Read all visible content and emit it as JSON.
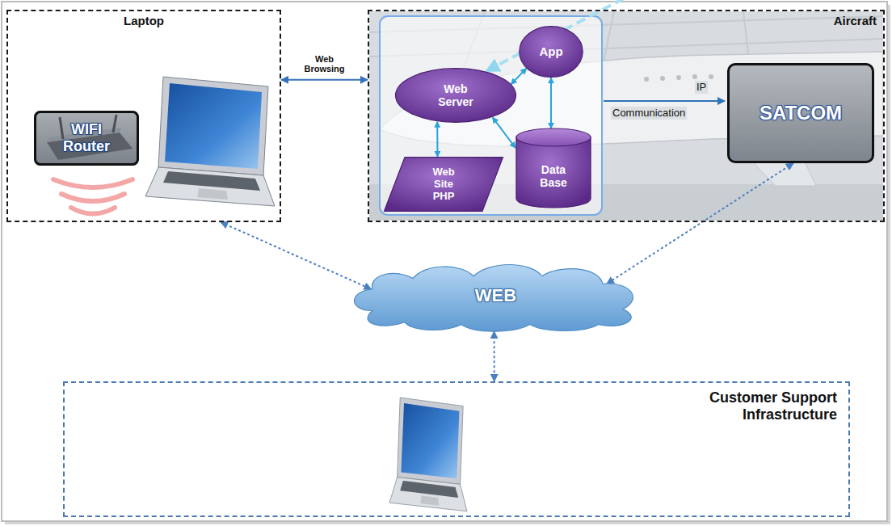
{
  "diagram": {
    "nodes": [
      {
        "text": [
          "Laptop"
        ]
      },
      {
        "text": [
          "WIFI Router"
        ],
        "in": 0
      },
      {
        "text": [
          "Aircraft"
        ]
      },
      {
        "text": [
          "Web Server"
        ],
        "in": 2
      },
      {
        "text": [
          "App"
        ],
        "in": 2
      },
      {
        "text": [
          "Web Site PHP"
        ],
        "in": 2
      },
      {
        "text": [
          "Data Base"
        ],
        "in": 2
      },
      {
        "text": [
          "SATCOM"
        ],
        "in": 2
      },
      {
        "text": [
          "WEB"
        ]
      },
      {
        "text": [
          "Customer Support Infrastructure"
        ]
      }
    ],
    "edges": [
      {
        "from": 0,
        "to": 2,
        "arrow": "both",
        "label": "Web Browsing"
      },
      {
        "from": 3,
        "to": 4,
        "arrow": "both"
      },
      {
        "from": 3,
        "to": 5,
        "arrow": "both"
      },
      {
        "from": 3,
        "to": 6,
        "arrow": "both"
      },
      {
        "from": 4,
        "to": 6,
        "arrow": "both"
      },
      {
        "from": 0,
        "to": 8,
        "arrow": "both"
      },
      {
        "from": 7,
        "to": 8,
        "arrow": "both"
      },
      {
        "from": 8,
        "to": 9,
        "arrow": "both"
      }
    ],
    "labels": [
      "IP",
      "Communication"
    ]
  }
}
